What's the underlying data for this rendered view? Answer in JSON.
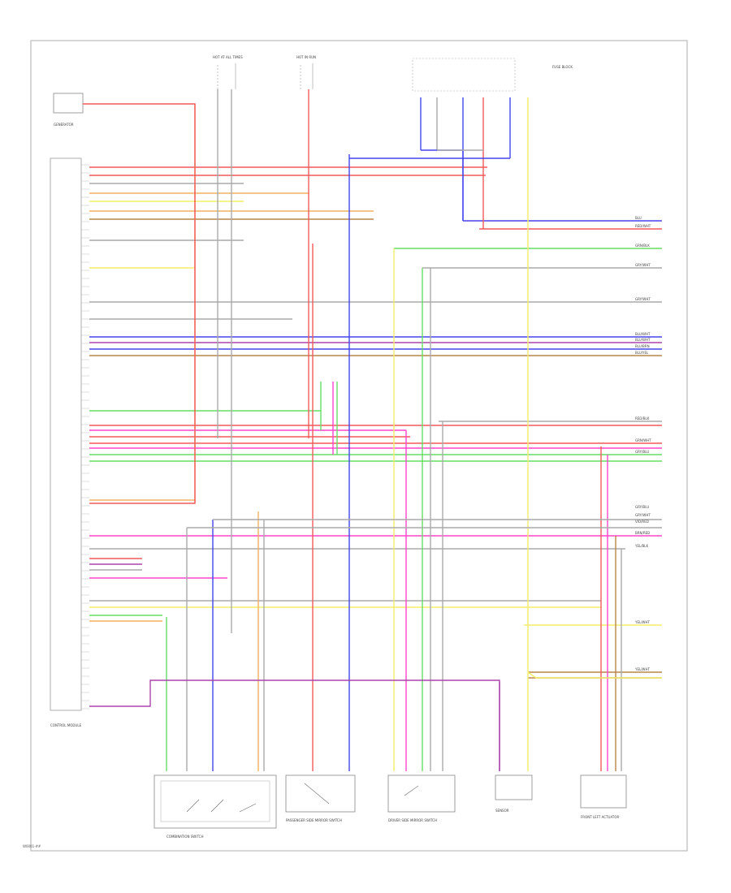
{
  "page": {
    "footer_code": "W0001-##"
  },
  "components": {
    "generator_label": "GENERATOR",
    "module_label": "CONTROL MODULE",
    "component_labels": [
      "COMBINATION SWITCH",
      "PASSENGER SIDE MIRROR SWITCH",
      "DRIVER SIDE MIRROR SWITCH",
      "SENSOR",
      "FRONT LEFT ACTUATOR"
    ]
  },
  "fuses": {
    "groups": [
      "HOT AT ALL TIMES",
      "HOT IN RUN",
      "FUSE BLOCK"
    ]
  },
  "wire_colors": {
    "red": "#f25a5a",
    "orange": "#f0b060",
    "yellow": "#f2ee6a",
    "blue": "#4444ee",
    "green": "#66dd66",
    "pink": "#ff44cc",
    "violet": "#aa44aa",
    "gray": "#aaaaaa",
    "brown": "#b8864a"
  },
  "right_labels": [
    "BLU",
    "RED/WHT",
    "GRN/BLK",
    "GRY/WHT",
    "GRY/WHT",
    "BLU/WHT",
    "BLU/WHT",
    "BLU/BRN",
    "BLU/YEL",
    "RED/BLK",
    "GRN/WHT",
    "GRY/BLU",
    "GRY/BLU",
    "GRY/WHT",
    "VIO/RED",
    "BRN/RED",
    "YEL/BLK",
    "YEL/WHT",
    "YEL/WHT"
  ]
}
